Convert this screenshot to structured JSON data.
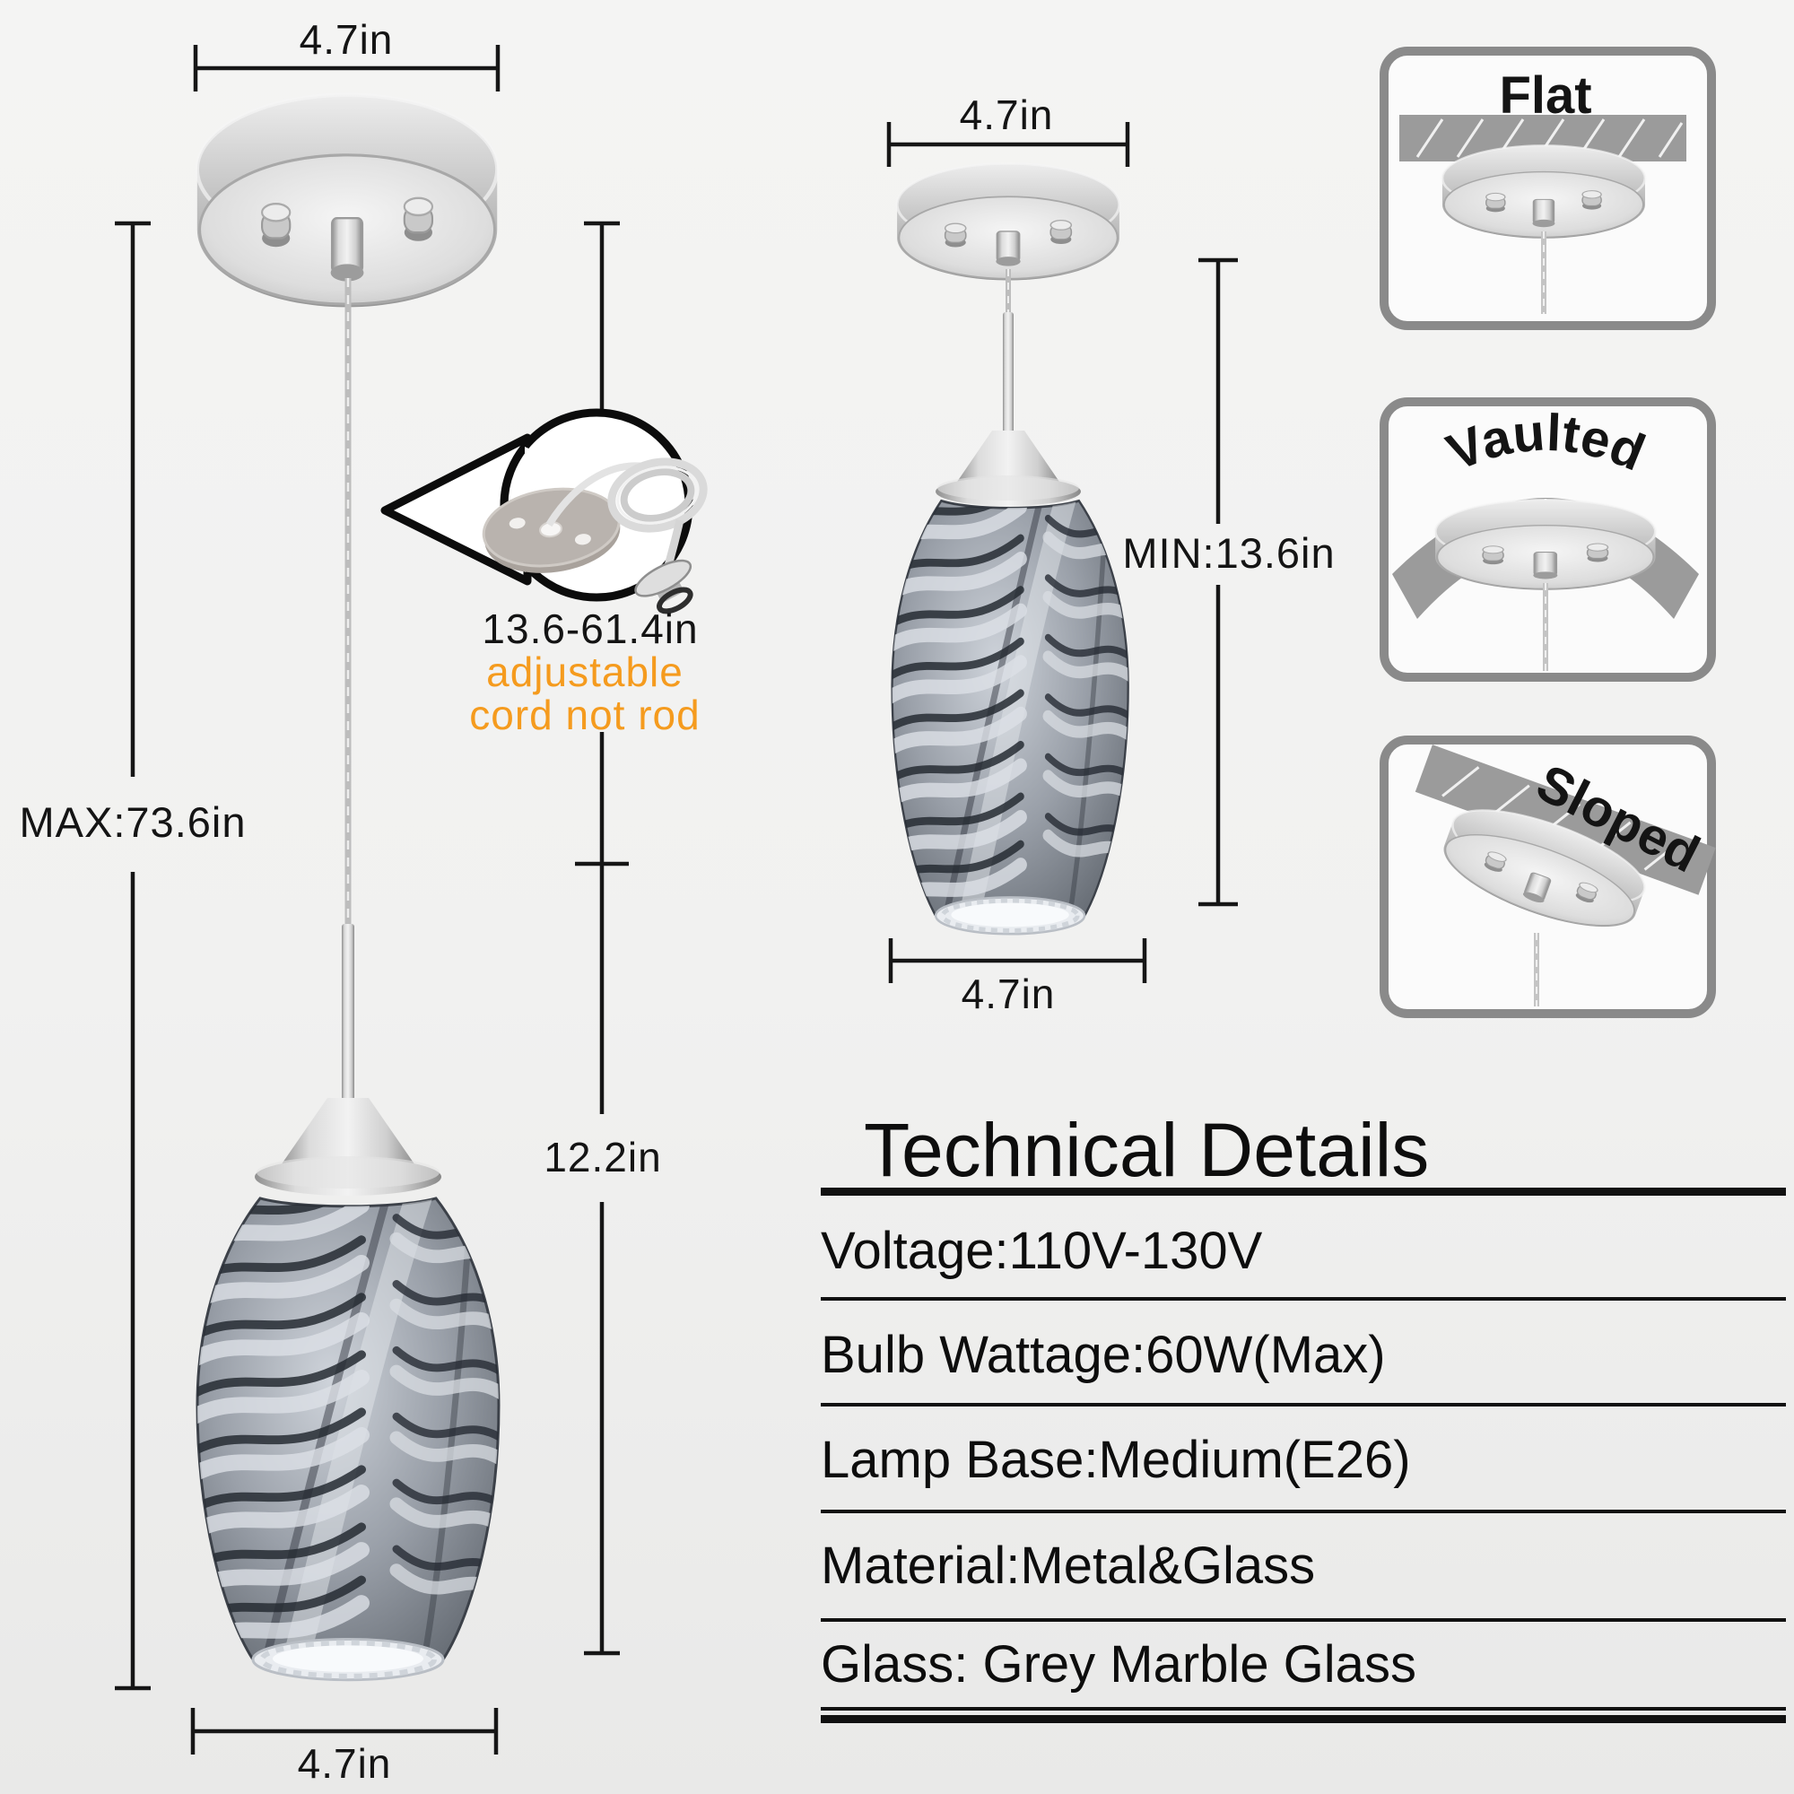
{
  "page": {
    "background": "#f2f2f1"
  },
  "colors": {
    "line": "#161616",
    "accent_orange": "#F59B1E",
    "box_border": "#8A8A8A",
    "ceiling_grey": "#9B9B9B",
    "metal_silver": "#C9C9C9",
    "glass_dark": "#383C42",
    "glass_light": "#C3C8CF"
  },
  "left_lamp": {
    "top_width": "4.7in",
    "bottom_width": "4.7in",
    "max_height": "MAX:73.6in",
    "fixture_height": "12.2in",
    "callout": {
      "range": "13.6-61.4in",
      "note1": "adjustable",
      "note2": "cord not rod"
    }
  },
  "middle_lamp": {
    "top_width": "4.7in",
    "bottom_width": "4.7in",
    "min_height": "MIN:13.6in"
  },
  "mount_options": [
    {
      "label": "Flat"
    },
    {
      "label": "Vaulted"
    },
    {
      "label": "Sloped"
    }
  ],
  "tech": {
    "title": "Technical Details",
    "rows": [
      "Voltage:110V-130V",
      "Bulb Wattage:60W(Max)",
      "Lamp Base:Medium(E26)",
      "Material:Metal&Glass",
      "Glass: Grey Marble Glass"
    ]
  }
}
